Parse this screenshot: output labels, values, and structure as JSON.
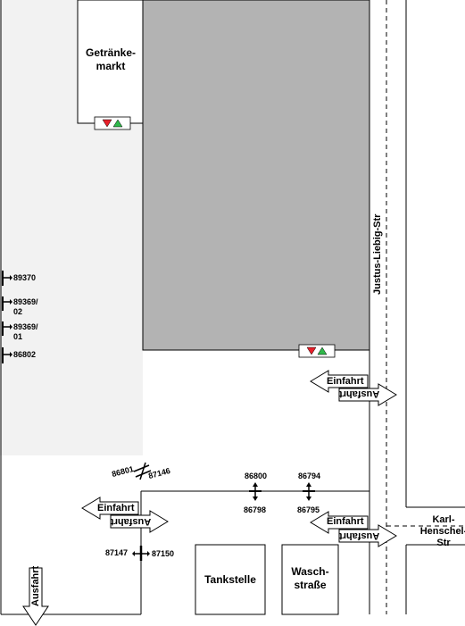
{
  "buildings": {
    "getraenkemarkt": "Getränke-\nmarkt",
    "tankstelle": "Tankstelle",
    "waschstrasse": "Wasch-\nstraße"
  },
  "streets": {
    "justus_liebig": "Justus-Liebig-Str",
    "karl_henschel": "Karl-\nHenschel-\nStr"
  },
  "traffic": {
    "einfahrt": "Einfahrt",
    "ausfahrt": "Ausfahrt"
  },
  "signs_left": [
    "89370",
    "89369/\n02",
    "89369/\n01",
    "86802"
  ],
  "signs_road": {
    "s86801": "86801",
    "s87146": "87146",
    "s86800": "86800",
    "s86798": "86798",
    "s86794": "86794",
    "s86795": "86795",
    "s87147": "87147",
    "s87150": "87150"
  },
  "colors": {
    "building_gray": "#b3b3b3",
    "lot_gray": "#f2f2f2",
    "triangle_red": "#e8202a",
    "triangle_green": "#2fb84a"
  }
}
